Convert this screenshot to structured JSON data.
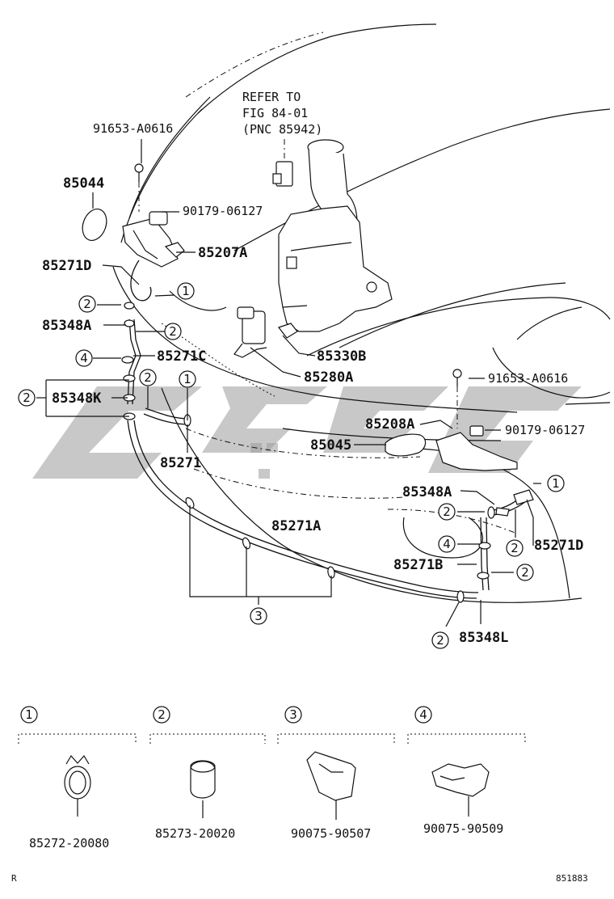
{
  "refer_note": [
    "REFER TO",
    "FIG 84-01",
    "(PNC 85942)"
  ],
  "callouts": {
    "p91653_top": "91653-A0616",
    "p85044": "85044",
    "p90179_top": "90179-06127",
    "p85207A": "85207A",
    "p85271D_l": "85271D",
    "p85348A_l": "85348A",
    "p85271C": "85271C",
    "p85330B": "85330B",
    "p85348K": "85348K",
    "p85280A": "85280A",
    "p91653_r": "91653-A0616",
    "p85208A": "85208A",
    "p90179_r": "90179-06127",
    "p85045": "85045",
    "p85271": "85271",
    "p85348A_r": "85348A",
    "p85271A": "85271A",
    "p85271D_r": "85271D",
    "p85271B": "85271B",
    "p85348L": "85348L"
  },
  "legend": [
    {
      "num": "1",
      "part": "85272-20080"
    },
    {
      "num": "2",
      "part": "85273-20020"
    },
    {
      "num": "3",
      "part": "90075-90507"
    },
    {
      "num": "4",
      "part": "90075-90509"
    }
  ],
  "footer": {
    "left_mark": "R",
    "code": "851883"
  }
}
